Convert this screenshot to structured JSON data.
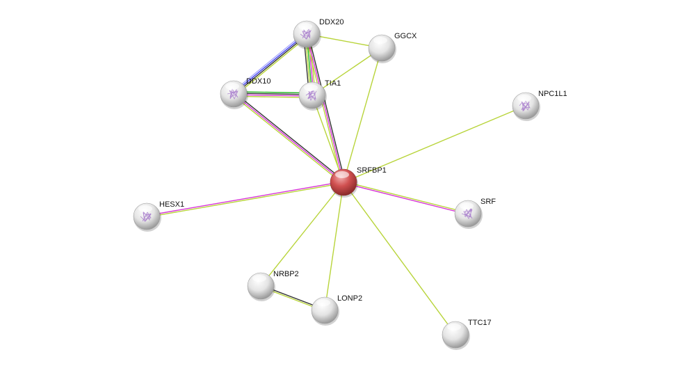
{
  "network": {
    "nodes": [
      {
        "id": "DDX20",
        "label": "DDX20",
        "structure": true
      },
      {
        "id": "GGCX",
        "label": "GGCX",
        "structure": false
      },
      {
        "id": "DDX10",
        "label": "DDX10",
        "structure": true
      },
      {
        "id": "TIA1",
        "label": "TIA1",
        "structure": true
      },
      {
        "id": "NPC1L1",
        "label": "NPC1L1",
        "structure": true
      },
      {
        "id": "SRFBP1",
        "label": "SRFBP1",
        "structure": false,
        "query": true
      },
      {
        "id": "HESX1",
        "label": "HESX1",
        "structure": true
      },
      {
        "id": "SRF",
        "label": "SRF",
        "structure": true
      },
      {
        "id": "NRBP2",
        "label": "NRBP2",
        "structure": false
      },
      {
        "id": "LONP2",
        "label": "LONP2",
        "structure": false
      },
      {
        "id": "TTC17",
        "label": "TTC17",
        "structure": false
      }
    ],
    "colors": {
      "textmining": "#b8d43a",
      "experiments": "#d633d6",
      "coexpression": "#333333",
      "database": "#22b722",
      "homology": "#3a3af0",
      "homology_light": "#a8a8ff",
      "query_node": "#d05050",
      "node": "#e6e6e6"
    },
    "edges": [
      {
        "a": "DDX20",
        "b": "DDX10",
        "types": [
          "textmining",
          "coexpression",
          "homology",
          "homology_light"
        ]
      },
      {
        "a": "DDX20",
        "b": "TIA1",
        "types": [
          "textmining",
          "experiments",
          "database",
          "textmining",
          "coexpression"
        ]
      },
      {
        "a": "DDX20",
        "b": "GGCX",
        "types": [
          "textmining"
        ]
      },
      {
        "a": "DDX20",
        "b": "SRFBP1",
        "types": [
          "coexpression",
          "experiments",
          "textmining"
        ]
      },
      {
        "a": "DDX10",
        "b": "TIA1",
        "types": [
          "database",
          "coexpression",
          "experiments",
          "textmining"
        ]
      },
      {
        "a": "DDX10",
        "b": "SRFBP1",
        "types": [
          "coexpression",
          "experiments",
          "textmining"
        ]
      },
      {
        "a": "TIA1",
        "b": "SRFBP1",
        "types": [
          "textmining"
        ]
      },
      {
        "a": "GGCX",
        "b": "TIA1",
        "types": [
          "textmining"
        ]
      },
      {
        "a": "GGCX",
        "b": "SRFBP1",
        "types": [
          "textmining"
        ]
      },
      {
        "a": "NPC1L1",
        "b": "SRFBP1",
        "types": [
          "textmining"
        ]
      },
      {
        "a": "HESX1",
        "b": "SRFBP1",
        "types": [
          "experiments",
          "textmining"
        ]
      },
      {
        "a": "SRF",
        "b": "SRFBP1",
        "types": [
          "experiments",
          "textmining"
        ]
      },
      {
        "a": "NRBP2",
        "b": "SRFBP1",
        "types": [
          "textmining"
        ]
      },
      {
        "a": "LONP2",
        "b": "SRFBP1",
        "types": [
          "textmining"
        ]
      },
      {
        "a": "TTC17",
        "b": "SRFBP1",
        "types": [
          "textmining"
        ]
      },
      {
        "a": "NRBP2",
        "b": "LONP2",
        "types": [
          "coexpression",
          "textmining"
        ]
      }
    ]
  }
}
